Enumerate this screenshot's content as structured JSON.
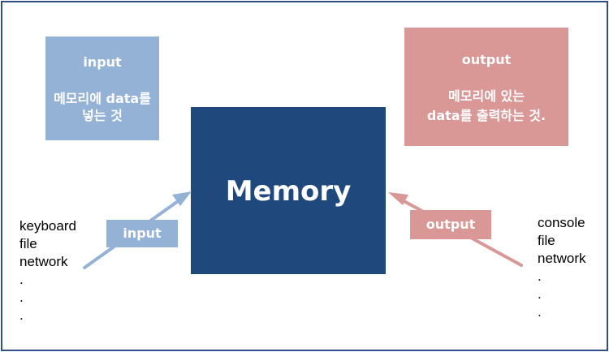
{
  "input_box": {
    "title": "input",
    "description": "메모리에 data를 넣는 것"
  },
  "output_box": {
    "title": "output",
    "description_line1": "메모리에 있는",
    "description_line2": "data를 출력하는 것."
  },
  "memory_box": {
    "title": "Memory"
  },
  "input_tag": {
    "label": "input"
  },
  "output_tag": {
    "label": "output"
  },
  "input_sources": {
    "items": [
      "keyboard",
      "file",
      "network"
    ],
    "ellipsis": [
      ".",
      ".",
      "."
    ]
  },
  "output_targets": {
    "items": [
      "console",
      "file",
      "network"
    ],
    "ellipsis": [
      ".",
      ".",
      "."
    ]
  },
  "colors": {
    "input": "#94b1d6",
    "output": "#d99796",
    "memory": "#1f497d",
    "frame": "#2f4f86"
  }
}
